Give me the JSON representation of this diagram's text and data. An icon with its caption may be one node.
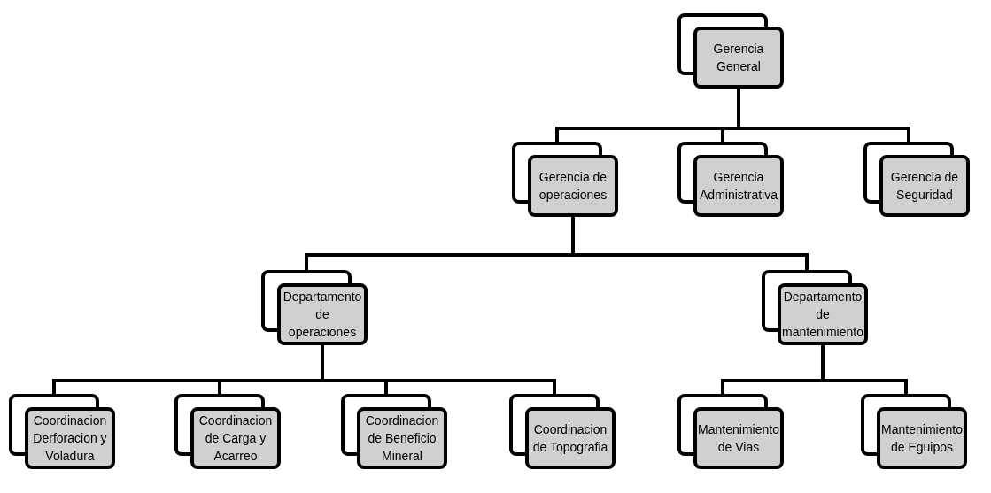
{
  "diagram": {
    "nodes": [
      {
        "text": [
          "Gerencia General"
        ]
      },
      {
        "text": [
          "Gerencia de operaciones"
        ]
      },
      {
        "text": [
          "Gerencia Administrativa"
        ]
      },
      {
        "text": [
          "Gerencia de Seguridad"
        ]
      },
      {
        "text": [
          "Departamento de operaciones"
        ]
      },
      {
        "text": [
          "Departamento de mantenimiento"
        ]
      },
      {
        "text": [
          "Coordinacion Derforacion y Voladura"
        ]
      },
      {
        "text": [
          "Coordinacion de Carga y Acarreo"
        ]
      },
      {
        "text": [
          "Coordinacion de Beneficio Mineral"
        ]
      },
      {
        "text": [
          "Coordinacion de Topografia"
        ]
      },
      {
        "text": [
          "Mantenimiento de Vias"
        ]
      },
      {
        "text": [
          "Mantenimiento de Eguipos"
        ]
      }
    ],
    "edges": [
      {
        "from": 0,
        "to": 1,
        "arrow": "none"
      },
      {
        "from": 0,
        "to": 2,
        "arrow": "none"
      },
      {
        "from": 0,
        "to": 3,
        "arrow": "none"
      },
      {
        "from": 1,
        "to": 4,
        "arrow": "none"
      },
      {
        "from": 1,
        "to": 5,
        "arrow": "none"
      },
      {
        "from": 4,
        "to": 6,
        "arrow": "none"
      },
      {
        "from": 4,
        "to": 7,
        "arrow": "none"
      },
      {
        "from": 4,
        "to": 8,
        "arrow": "none"
      },
      {
        "from": 4,
        "to": 9,
        "arrow": "none"
      },
      {
        "from": 5,
        "to": 10,
        "arrow": "none"
      },
      {
        "from": 5,
        "to": 11,
        "arrow": "none"
      }
    ]
  }
}
